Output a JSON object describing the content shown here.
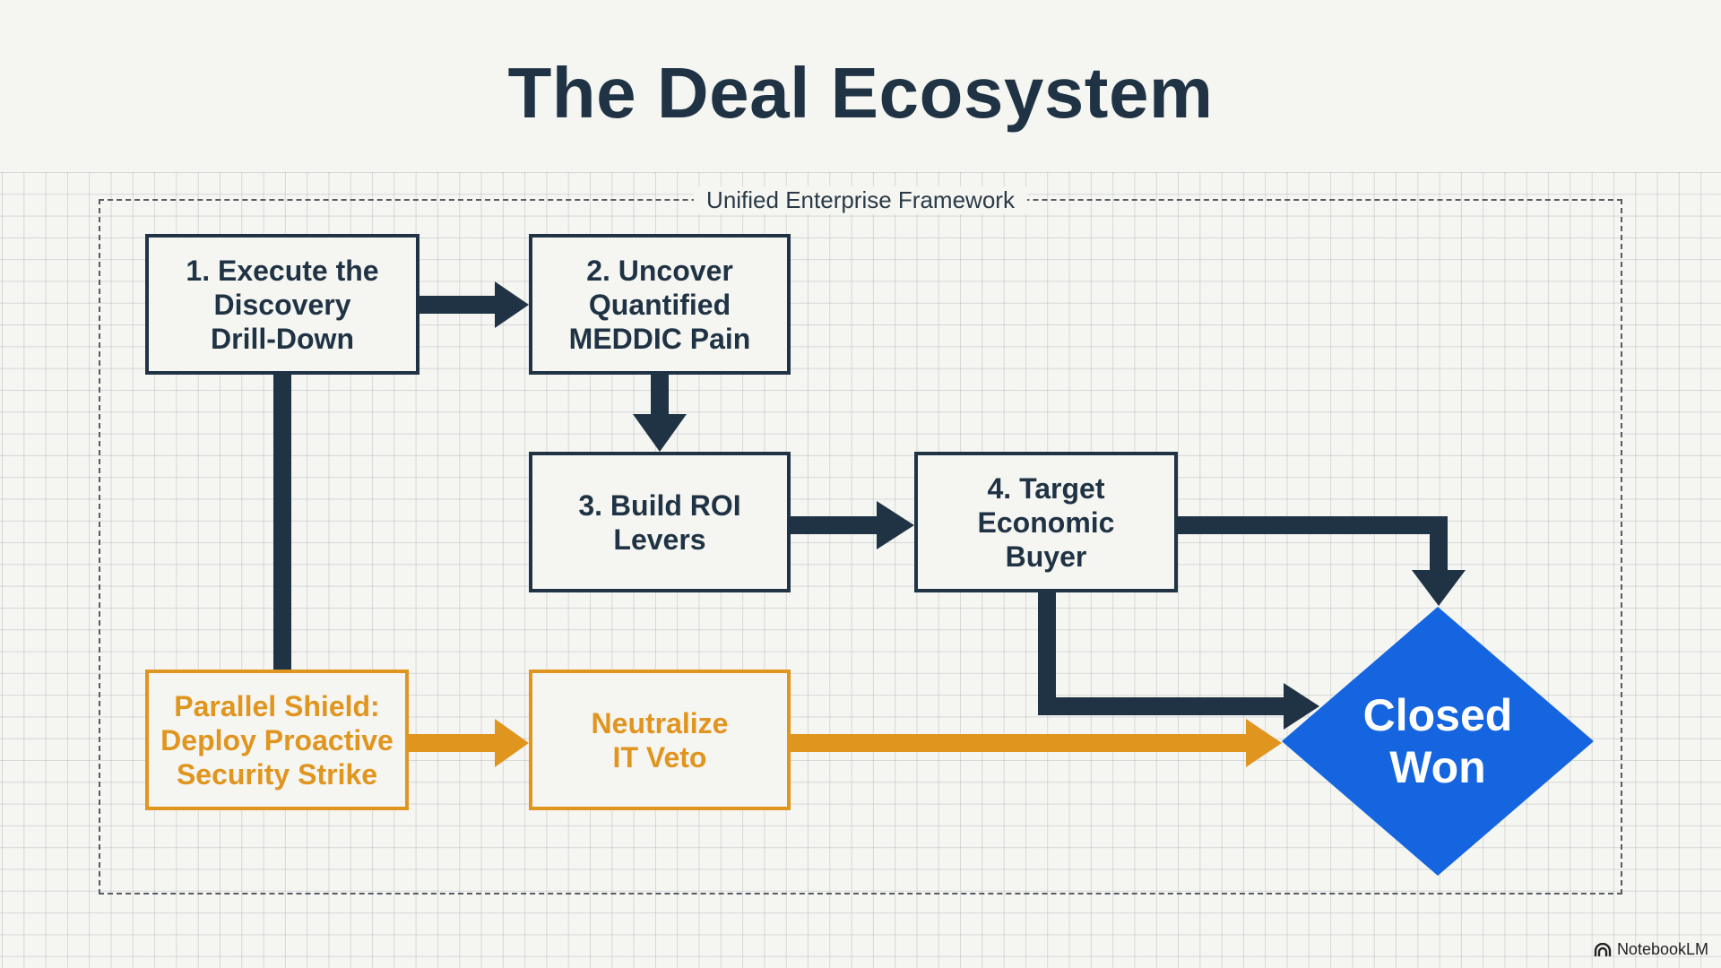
{
  "title": "The Deal Ecosystem",
  "framework": {
    "label": "Unified Enterprise Framework"
  },
  "nodes": {
    "step1": "1. Execute the\nDiscovery\nDrill-Down",
    "step2": "2. Uncover\nQuantified\nMEDDIC Pain",
    "step3": "3. Build ROI\nLevers",
    "step4": "4. Target\nEconomic\nBuyer",
    "shield": "Parallel Shield:\nDeploy Proactive\nSecurity Strike",
    "veto": "Neutralize\nIT Veto",
    "closed": "Closed\nWon"
  },
  "colors": {
    "primary": "#1f3344",
    "parallel": "#e0951f",
    "outcome": "#1565e0",
    "background": "#f5f5f2"
  },
  "brand": {
    "name": "NotebookLM",
    "icon": "notebooklm-logo-icon"
  }
}
